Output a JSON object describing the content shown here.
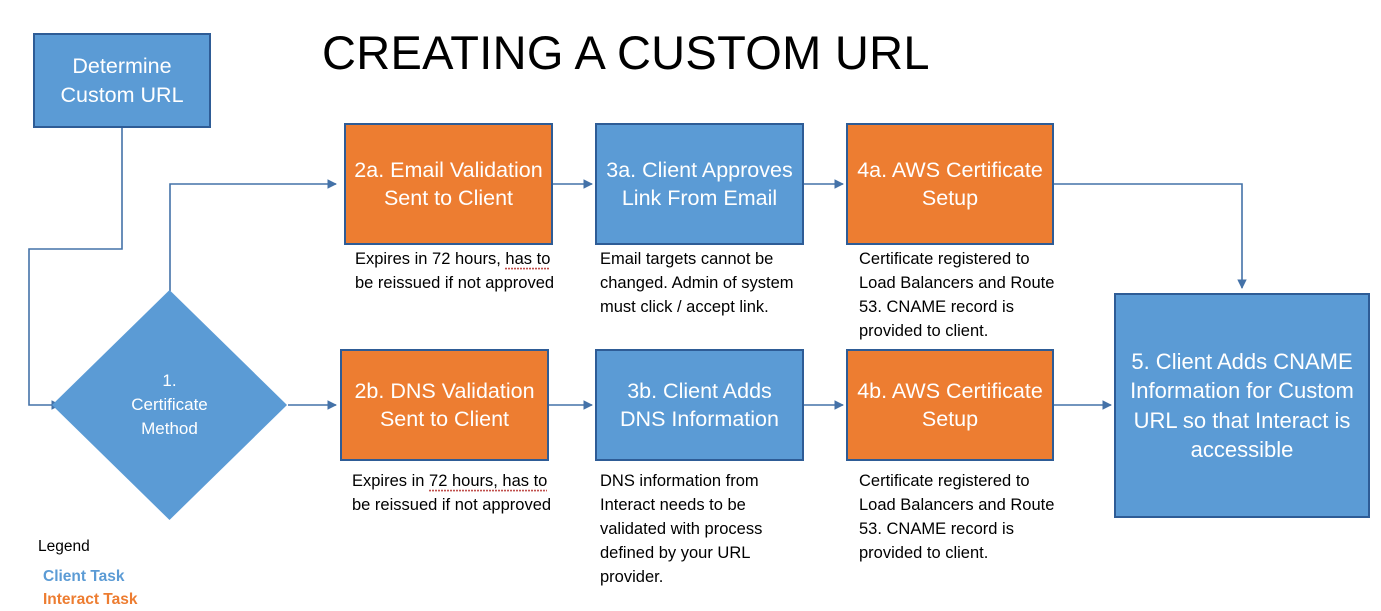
{
  "title": "CREATING A CUSTOM URL",
  "colors": {
    "client_task": "#5B9BD5",
    "interact_task": "#ED7D31",
    "node_border": "#2E5C96",
    "connector": "#4472A8",
    "text_on_node": "#FFFFFF",
    "caption_text": "#000000",
    "spellcheck_underline": "#C0504D",
    "background": "#FFFFFF"
  },
  "nodes": {
    "start": {
      "label": "Determine Custom URL",
      "type": "client"
    },
    "decision": {
      "line1": "1.",
      "line2": "Certificate",
      "line3": "Method",
      "type": "client"
    },
    "step2a": {
      "label": "2a. Email Validation Sent to Client",
      "type": "interact"
    },
    "step3a": {
      "label": "3a. Client Approves Link From Email",
      "type": "client"
    },
    "step4a": {
      "label": "4a. AWS Certificate Setup",
      "type": "interact"
    },
    "step2b": {
      "label": "2b. DNS Validation Sent to Client",
      "type": "interact"
    },
    "step3b": {
      "label": "3b. Client Adds DNS Information",
      "type": "client"
    },
    "step4b": {
      "label": "4b. AWS Certificate Setup",
      "type": "interact"
    },
    "step5": {
      "label": "5. Client Adds CNAME Information for Custom URL so that Interact is accessible",
      "type": "client"
    }
  },
  "captions": {
    "under_2a_pre": "Expires in 72 hours, ",
    "under_2a_mark": "has to",
    "under_2a_post": " be reissued if not approved",
    "under_3a": "Email targets cannot be changed.  Admin of system must click / accept link.",
    "under_4a": "Certificate registered to Load Balancers and Route 53.  CNAME record is provided to client.",
    "under_2b_pre": "Expires in ",
    "under_2b_mark": "72 hours, has to",
    "under_2b_post": " be reissued if not approved",
    "under_3b": "DNS information from Interact needs to be validated with process defined by your URL provider.",
    "under_4b": "Certificate registered to Load Balancers and Route 53.  CNAME record is provided to client."
  },
  "legend": {
    "heading": "Legend",
    "client_task": "Client Task",
    "interact_task": "Interact Task"
  }
}
